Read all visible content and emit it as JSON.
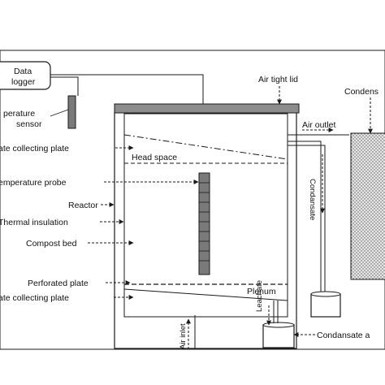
{
  "labels": {
    "data_logger_line1": "Data",
    "data_logger_line2": "logger",
    "temp_sensor_line1": "perature",
    "temp_sensor_line2": "sensor",
    "air_tight_lid": "Air tight lid",
    "condensate_top": "Condens",
    "air_outlet": "Air outlet",
    "top_collecting_plate": "ate collecting plate",
    "head_space": "Head space",
    "temperature_probe": "emperature probe",
    "reactor": "Reactor",
    "thermal_insulation": "Thermal insulation",
    "compost_bed": "Compost bed",
    "perforated_plate": "Perforated plate",
    "bottom_collecting_plate": "ate collecting plate",
    "plenum": "Plenum",
    "condensate_vertical": "Condansate",
    "air_inlet": "Air inlet",
    "leachate": "Leachate",
    "condensate_bottom": "Condansate a"
  },
  "colors": {
    "line": "#1a1a1a",
    "lid_fill": "#8c8c8c",
    "probe_fill": "#7a7a7a",
    "wall_fill": "#d9d9d9"
  }
}
